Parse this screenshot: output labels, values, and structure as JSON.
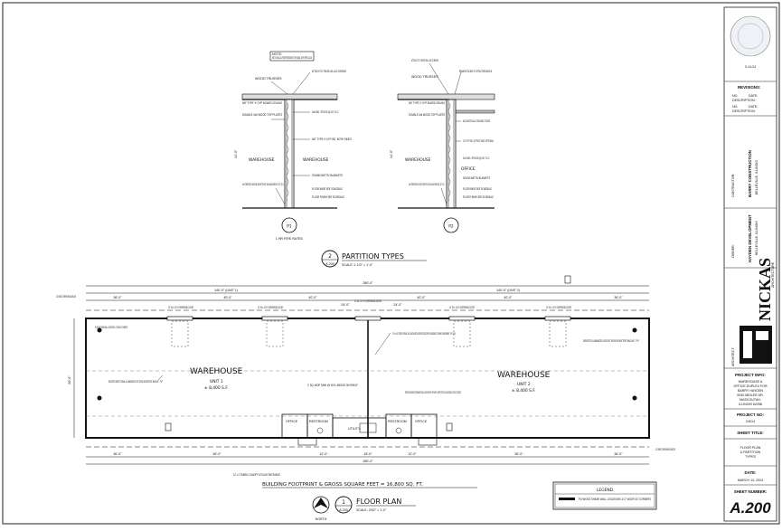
{
  "sheet": {
    "partition_types": {
      "number": "2",
      "sheet_ref": "A.200",
      "title": "PARTITION TYPES",
      "scale": "SCALE: 1 1/2\" = 1'-0\"",
      "note": "NOTE: SEAL ALL PENETRATIONS AT THIS WALL WITH FIRE CAULK",
      "p1": {
        "tag": "P1",
        "subtitle": "1 HR FIRE RATED",
        "left_room": "WAREHOUSE",
        "right_room": "WAREHOUSE",
        "callouts_left": [
          "WOOD TRUSSES",
          "5/8\" TYPE 'X' GYP BOARD CEILING",
          "DOUBLE 2x6 WOOD TOP PLATES",
          "2x6 TREATED WOOD SHOE PLATE W/ ANCHORS AT 32\" O.C."
        ],
        "callouts_right": [
          "ATTACH TO TRUSS W/ LAG SCREWS",
          "2x6 WD. STUDS @ 16\" O.C.",
          "5/8\" TYPE X GYP. BD. BOTH SIDES",
          "SOUND BATTS/ BLANKETS",
          "FLOOR BASE SEE SCHEDULE",
          "FLOOR FINISH SEE SCHEDULE"
        ],
        "height": "14'-0\""
      },
      "p2": {
        "tag": "P2",
        "left_room": "WAREHOUSE",
        "right_room": "OFFICE",
        "callouts_left": [
          "ATTACH TO TRUSS W/ LAG SCREWS",
          "WOOD TRUSSES",
          "5/8\" TYPE 'X' GYP BOARD CEILING",
          "DOUBLE 2x6 WOOD TOP PLATES",
          "2x6 TREATED WOOD SHOE PLATE W/ ANCHORS AT 32\" O.C."
        ],
        "callouts_right": [
          "REBAR ATTACHED TO STRUCTURE ABOVE",
          "ACOUSTICAL CEILING TILES",
          "1/2\" GYP. BD. (OFFICE SIDE) OPTIONAL",
          "2x4 WD. STUDS @ 16\" O.C.",
          "OFFICE",
          "SOUND BATTS/ BLANKETS",
          "FLOOR BASE SEE SCHEDULE",
          "FLOOR FINISH SEE SCHEDULE"
        ],
        "height": "14'-0\""
      }
    },
    "floor_plan": {
      "number": "1",
      "sheet_ref": "A.200",
      "title": "FLOOR PLAN",
      "scale": "SCALE: 3/32\" = 1'-0\"",
      "north_label": "NORTH",
      "footprint": "BUILDING FOOTPRINT & GROSS SQUARE FEET = 16,800 SQ. FT.",
      "overall_width": "280'-0\"",
      "unit_widths": [
        "140'-0\" (UNIT 1)",
        "140'-0\" (UNIT 2)"
      ],
      "overall_depth": "60'-0\"",
      "top_segments": [
        "36'-0\"",
        "40'-0\"",
        "40'-0\"",
        "24'-0\"",
        "24'-0\"",
        "40'-0\"",
        "40'-0\"",
        "36'-0\""
      ],
      "bottom_segments": [
        "36'-0\"",
        "36'-0\"",
        "12'-0\"",
        "18'-0\"",
        "12'-0\"",
        "36'-0\"",
        "36'-0\""
      ],
      "door_tags": [
        "12' W x 12' H OVERHEAD DOOR",
        "12' W x 12' H OVERHEAD DOOR",
        "12' W x 12' H OVERHEAD DOOR",
        "12' W x 12' H OVERHEAD DOOR",
        "12' W x 12' H OVERHEAD DOOR"
      ],
      "units": [
        {
          "name": "WAREHOUSE",
          "unit": "UNIT 1",
          "area": "± 8,400 S.F."
        },
        {
          "name": "WAREHOUSE",
          "unit": "UNIT 2",
          "area": "± 8,400 S.F."
        }
      ],
      "rooms": [
        "OFFICE",
        "RESTROOM",
        "UTILITY",
        "RESTROOM",
        "OFFICE"
      ],
      "notes": [
        "12' WIDE OVERHANG ABOVE",
        "PLYWOOD SHEAR WALL LOCATIONS 4'-0\" WIDTH AT CORNERS",
        "DENOTES DIRECTIONAL ILLUMINATED EXIT SIGNS W/ BATTERY BACKUP - TYP.",
        "3' W x 6'-8\" STEEL FRAME, NO GLASS METAL SERVICE DOORS W/ DEADBOLT & PANIC HARDWARE. TYP. OF 4",
        "DENOTES ILLUMINATED LED EXIT SIGNS W/ BATTERY BACKUP - TYP.",
        "FIRE EXTINGUISHER COORDINATE FINAL LOCATION WITH FIRE CHIEF / INSPECTOR (75' MAX DISTANCE TO NEXT CLOSEST)",
        "2' SQ. MOP SINK W/ W.H. ABOVE ON SHELF",
        "12' x 2' FABRIC CANOPY AT EACH ENTRANCE",
        "12' WIDE OVERHANG ABOVE"
      ],
      "legend_title": "LEGEND",
      "legend_item": "PLYWOOD SHEAR WALL LOCATIONS 4'-0\" WIDTH AT CORNERS"
    }
  },
  "title_block": {
    "stamp_date": "3-14-24",
    "revisions_label": "REVISIONS:",
    "revision_rows": [
      {
        "no": "NO.",
        "date": "DATE:",
        "description": "DESCRIPTION:"
      },
      {
        "no": "NO.",
        "date": "DATE:",
        "description": "DESCRIPTION:"
      }
    ],
    "contractor_label": "CONTRACTOR:",
    "contractor_name": "BARRY CONSTRUCTION",
    "contractor_address": "BELLEVILLE, ILLINOIS",
    "owner_label": "OWNER:",
    "owner_name": "HAYDEN DEVELOPMENT",
    "owner_address": "BELLEVILLE, ILLINOIS",
    "architect_label": "ARCHITECT:",
    "architect_logo_text": "NICKAS",
    "architect_subtext": "ARCHITECTURE",
    "project_info_label": "PROJECT INFO:",
    "project_info": [
      "WAREHOUSE &",
      "OFFICE DUPLEX FOR",
      "BARRY HAYDEN",
      "9240 MEILER DR.",
      "MASCOUTAH,",
      "ILLINOIS 62258"
    ],
    "project_no_label": "PROJECT NO:",
    "project_no": "24014",
    "sheet_title_label": "SHEET TITLE:",
    "sheet_title": [
      "FLOOR PLAN",
      "& PARTITION",
      "TYPES"
    ],
    "date_label": "DATE:",
    "date": "MARCH 14, 2024",
    "sheet_number_label": "SHEET NUMBER:",
    "sheet_number": "A.200"
  }
}
